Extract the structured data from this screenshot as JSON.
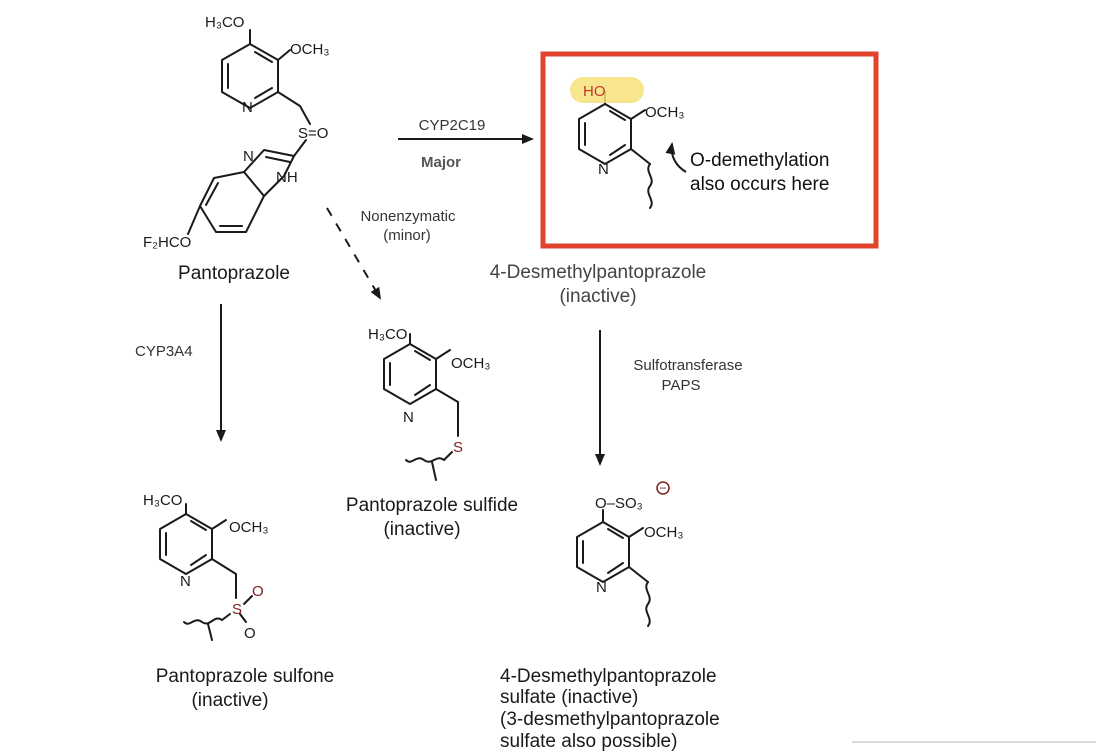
{
  "colors": {
    "highlight_box": "#e0442c",
    "highlight_marker": "#f7e27a",
    "heteroatom": "#7a1f1f",
    "hydroxyl": "#c0392b"
  },
  "atoms": {
    "h3co": "H₃CO",
    "och3": "OCH₃",
    "n": "N",
    "nh": "NH",
    "s": "S",
    "so": "S=O",
    "o": "O",
    "ho": "HO",
    "f2hco": "F₂HCO",
    "o_so3": "O–SO₃",
    "charge_minus": "−"
  },
  "compounds": {
    "pantoprazole": "Pantoprazole",
    "desmethyl_line1": "4-Desmethylpantoprazole",
    "desmethyl_line2": "(inactive)",
    "sulfide_line1": "Pantoprazole sulfide",
    "sulfide_line2": "(inactive)",
    "sulfone_line1": "Pantoprazole sulfone",
    "sulfone_line2": "(inactive)",
    "sulfate_line1": "4-Desmethylpantoprazole",
    "sulfate_line2": "sulfate (inactive)",
    "sulfate_line3": "(3-desmethylpantoprazole",
    "sulfate_line4": "sulfate also possible)"
  },
  "reactions": {
    "cyp2c19": "CYP2C19",
    "major": "Major",
    "nonenzymatic": "Nonenzymatic",
    "minor": "(minor)",
    "cyp3a4": "CYP3A4",
    "sulfotransferase": "Sulfotransferase",
    "paps": "PAPS"
  },
  "annotation": {
    "line1": "O-demethylation",
    "line2": "also occurs here"
  }
}
